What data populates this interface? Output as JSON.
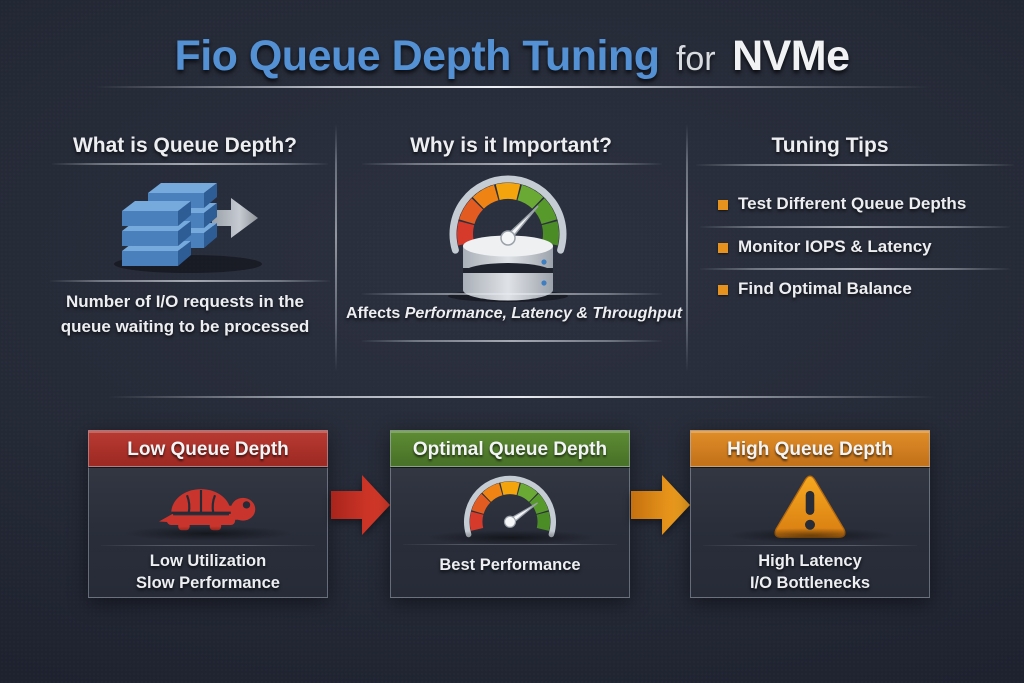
{
  "title": {
    "main": "Fio Queue Depth Tuning",
    "connector": "for",
    "suffix": "NVMe"
  },
  "sections": {
    "what": {
      "heading": "What is Queue Depth?",
      "icon": "queue-blocks-arrow-icon",
      "caption_line1": "Number of I/O requests in the",
      "caption_line2": "queue waiting to be processed"
    },
    "why": {
      "heading": "Why is it Important?",
      "icon": "gauge-disk-icon",
      "caption_lead": "Affects",
      "caption_emphasis": "Performance, Latency & Throughput"
    },
    "tips": {
      "heading": "Tuning Tips",
      "bullet_icon": "orange-square-bullet",
      "items": [
        "Test Different Queue Depths",
        "Monitor IOPS & Latency",
        "Find Optimal Balance"
      ]
    }
  },
  "cards": [
    {
      "header": "Low Queue Depth",
      "icon": "turtle-icon",
      "header_color": "#a82b25",
      "lines": [
        "Low Utilization",
        "Slow Performance"
      ]
    },
    {
      "header": "Optimal Queue Depth",
      "icon": "gauge-icon",
      "header_color": "#54822f",
      "lines": [
        "Best Performance"
      ]
    },
    {
      "header": "High Queue Depth",
      "icon": "warning-triangle-icon",
      "header_color": "#d0801f",
      "lines": [
        "High Latency",
        "I/O Bottlenecks"
      ]
    }
  ],
  "flow_arrows": [
    {
      "icon": "arrow-right-icon",
      "color": "#cf3528"
    },
    {
      "icon": "arrow-right-icon",
      "color": "#ef9c1d"
    }
  ],
  "colors": {
    "background": "#232836",
    "title_accent": "#5391d4",
    "text": "#eceef1",
    "bullet": "#e6921f"
  }
}
